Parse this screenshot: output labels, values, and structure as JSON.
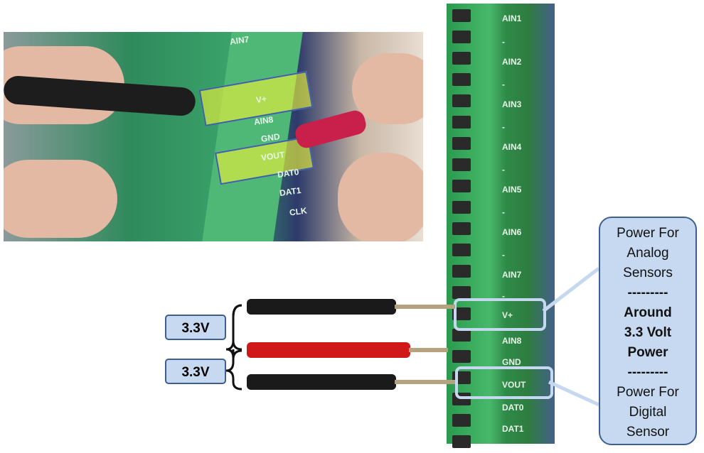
{
  "photo": {
    "labels": [
      "AIN7",
      "V+",
      "AIN8",
      "GND",
      "VOUT",
      "DAT0",
      "DAT1",
      "CLK"
    ]
  },
  "board": {
    "labels": [
      "AIN1",
      "-",
      "AIN2",
      "-",
      "AIN3",
      "-",
      "AIN4",
      "-",
      "AIN5",
      "-",
      "AIN6",
      "-",
      "AIN7",
      "-",
      "V+",
      "AIN8",
      "GND",
      "VOUT",
      "DAT0",
      "DAT1"
    ]
  },
  "voltage": {
    "top": "3.3V",
    "bottom": "3.3V"
  },
  "callout": {
    "line1": "Power For",
    "line2": "Analog",
    "line3": "Sensors",
    "sep1": "---------",
    "bold1": "Around",
    "bold2": "3.3 Volt",
    "bold3": "Power",
    "sep2": "---------",
    "line4": "Power For",
    "line5": "Digital",
    "line6": "Sensor"
  },
  "colors": {
    "probe_black": "#1a1a1a",
    "probe_red": "#d01818",
    "callout_fill": "#c7d9f0",
    "callout_border": "#3d5f8f"
  }
}
